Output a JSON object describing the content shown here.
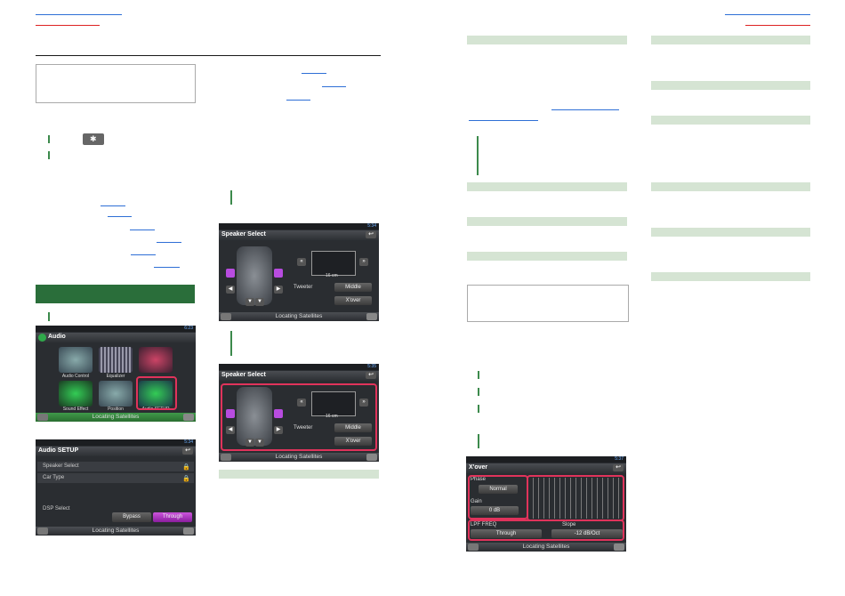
{
  "colors": {
    "link": "#2e6fd6",
    "link_alt": "#d22222",
    "section_bar": "#2a6e3a",
    "green_band": "#d5e4d3",
    "highlight": "#e0335b",
    "purple": "#b84ce0"
  },
  "screen_audio": {
    "title": "Audio",
    "time": "6:23",
    "tiles": [
      "Audio Control",
      "Equalizer",
      "",
      "Sound Effect",
      "Position",
      "Audio SETUP"
    ],
    "bottom_text": "Locating Satellites"
  },
  "screen_setup": {
    "title": "Audio SETUP",
    "time": "5:34",
    "rows": [
      "Speaker Select",
      "Car Type"
    ],
    "dsp_label": "DSP Select",
    "bypass": "Bypass",
    "through": "Through",
    "bottom_text": "Locating Satellites"
  },
  "screen_speaker1": {
    "title": "Speaker Select",
    "time": "5:34",
    "size": "16 cm",
    "tweeter_label": "Tweeter",
    "tweeter_value": "Middle",
    "xover": "X'over",
    "bottom_text": "Locating Satellites"
  },
  "screen_speaker2": {
    "title": "Speaker Select",
    "time": "5:35",
    "size": "16 cm",
    "tweeter_label": "Tweeter",
    "tweeter_value": "Middle",
    "xover": "X'over",
    "bottom_text": "Locating Satellites"
  },
  "screen_xover": {
    "title": "X'over",
    "time": "5:37",
    "phase_label": "Phase",
    "phase_value": "Normal",
    "gain_label": "Gain",
    "gain_value": "0 dB",
    "lpf_label": "LPF FREQ",
    "lpf_value": "Through",
    "slope_label": "Slope",
    "slope_value": "-12 dB/Oct",
    "bottom_text": "Locating Satellites"
  }
}
